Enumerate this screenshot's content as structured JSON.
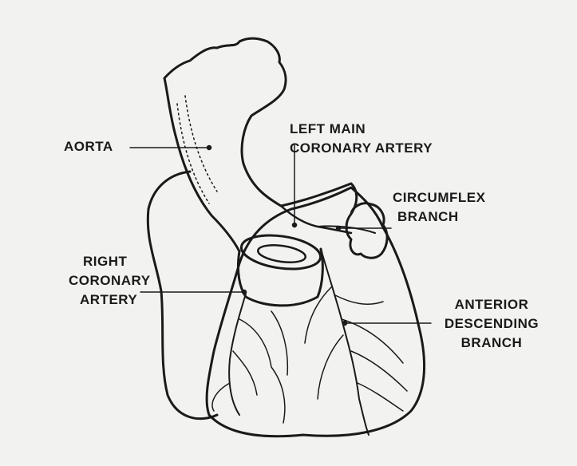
{
  "labels": {
    "aorta": "AORTA",
    "left_main_line1": "LEFT MAIN",
    "left_main_line2": "CORONARY ARTERY",
    "circumflex_line1": "CIRCUMFLEX",
    "circumflex_line2": "BRANCH",
    "right_coronary_line1": "RIGHT",
    "right_coronary_line2": "CORONARY",
    "right_coronary_line3": "ARTERY",
    "anterior_line1": "ANTERIOR",
    "anterior_line2": "DESCENDING",
    "anterior_line3": "BRANCH"
  },
  "colors": {
    "background": "#f2f2f0",
    "ink": "#1a1a1a"
  }
}
